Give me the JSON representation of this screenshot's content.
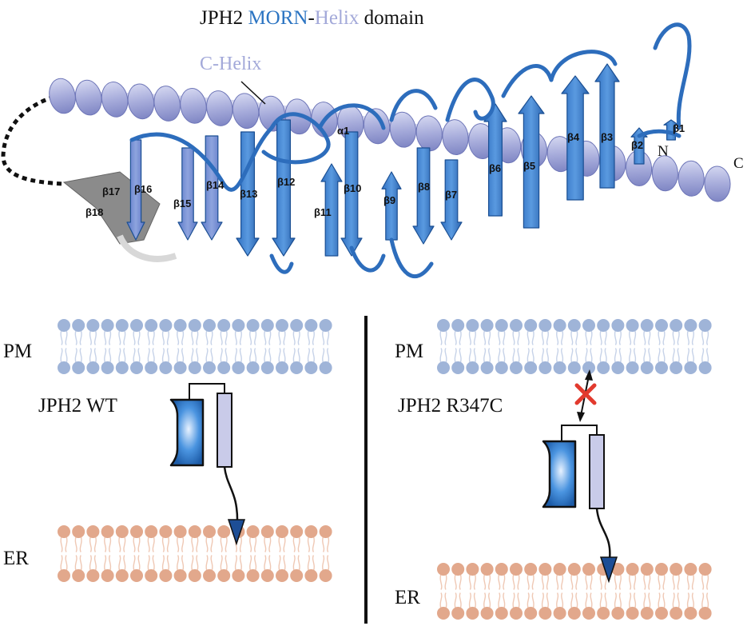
{
  "title": {
    "part1": "JPH2 ",
    "part2": "MORN",
    "part3": "-",
    "part4": "Helix",
    "part5": " domain",
    "color_black": "#111111",
    "color_morn": "#2b74c2",
    "color_helix": "#a3a9d9"
  },
  "structure": {
    "helix_label": "C-Helix",
    "alpha_label": "α1",
    "n_terminus": "N",
    "c_terminus": "C",
    "strands": [
      "β1",
      "β2",
      "β3",
      "β4",
      "β5",
      "β6",
      "β7",
      "β8",
      "β9",
      "β10",
      "β11",
      "β12",
      "β13",
      "β14",
      "β15",
      "β16",
      "β17",
      "β18"
    ]
  },
  "panel_wt": {
    "pm_label": "PM",
    "er_label": "ER",
    "construct_label": "JPH2 WT"
  },
  "panel_mutant": {
    "pm_label": "PM",
    "er_label": "ER",
    "construct_label": "JPH2 R347C"
  },
  "colors": {
    "pm_lipid": "#9fb4d8",
    "pm_tail": "#c6d2e8",
    "er_lipid": "#e2a88c",
    "er_tail": "#efc8b4",
    "morn_dark": "#1d5ca8",
    "morn_mid": "#3f86d2",
    "helix_box": "#c9cbe9",
    "cross": "#e23a2e"
  }
}
